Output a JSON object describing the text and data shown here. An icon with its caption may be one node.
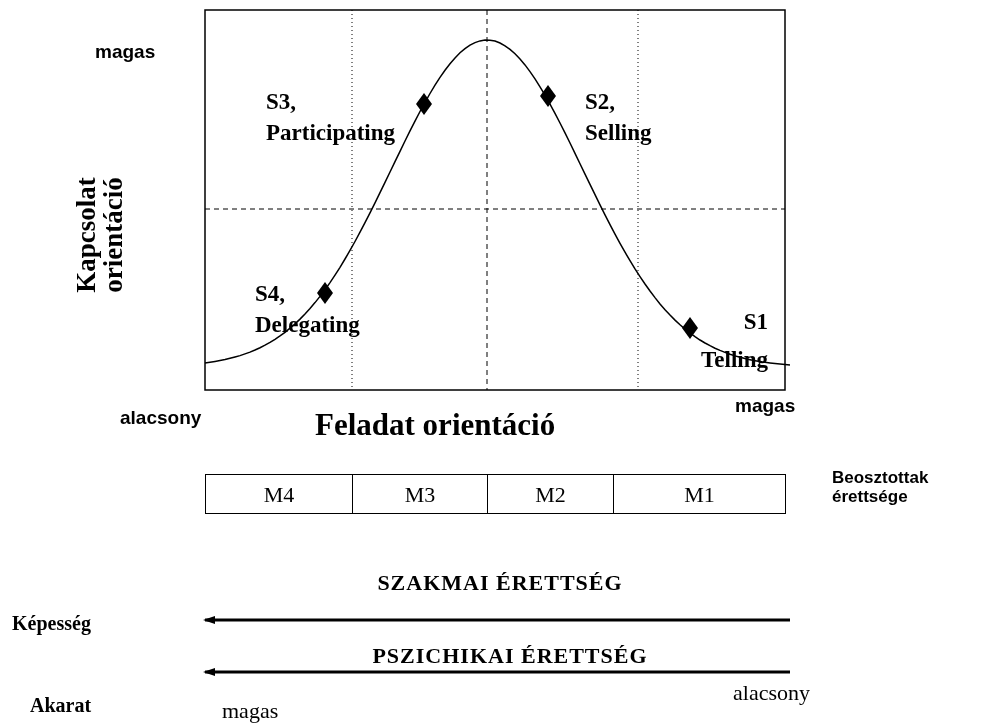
{
  "diagram": {
    "nodes": [
      {
        "text": [
          "M4"
        ]
      },
      {
        "text": [
          "M3"
        ]
      },
      {
        "text": [
          "M2"
        ]
      },
      {
        "text": [
          "M1"
        ]
      }
    ],
    "edges": [],
    "labels": [
      "magas",
      "Kapcsolat orientáció",
      "S3, Participating",
      "S2, Selling",
      "S4, Delegating",
      "S1 Telling",
      "alacsony",
      "Feladat orientáció",
      "magas",
      "Beosztottak érettsége",
      "Képesség",
      "SZAKMAI ÉRETTSÉG",
      "PSZICHIKAI ÉRETTSÉG",
      "Akarat",
      "magas",
      "alacsony"
    ]
  }
}
